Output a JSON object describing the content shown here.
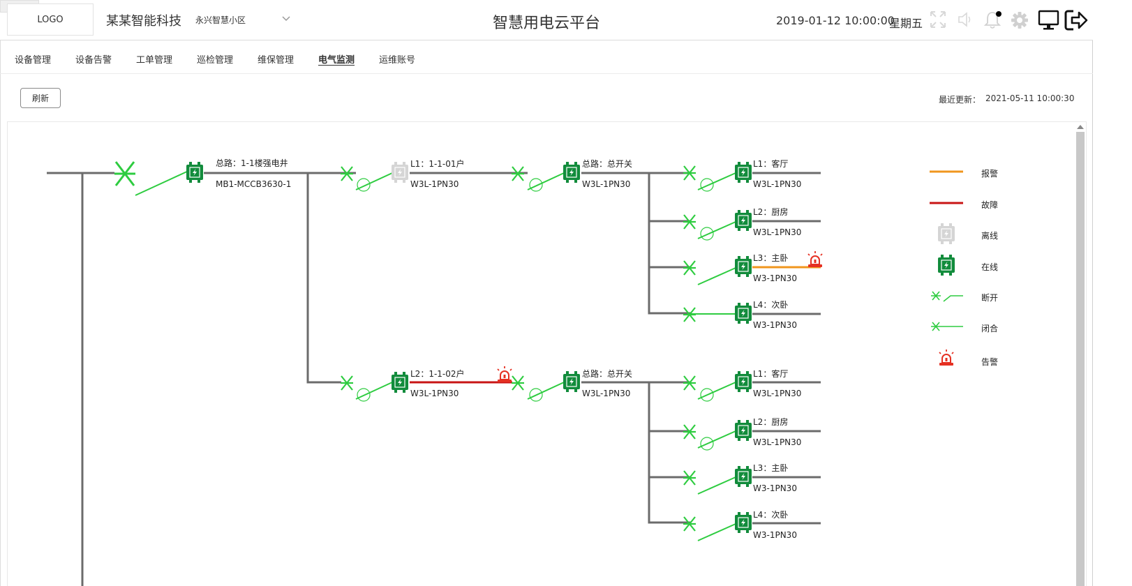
{
  "header": {
    "logo": "LOGO",
    "company": "某某智能科技",
    "community": "永兴智慧小区",
    "platform_title": "智慧用电云平台",
    "datetime": "2019-01-12 10:00:00",
    "weekday": "星期五",
    "icons": [
      "fullscreen-icon",
      "speaker-icon",
      "bell-icon",
      "gear-icon",
      "monitor-icon",
      "logout-icon"
    ]
  },
  "nav": {
    "items": [
      "设备管理",
      "设备告警",
      "工单管理",
      "巡检管理",
      "维保管理",
      "电气监测",
      "运维账号"
    ],
    "active": "电气监测"
  },
  "toolbar": {
    "refresh_label": "刷新",
    "last_updated_label": "最近更新：",
    "last_updated_value": "2021-05-11 10:00:30"
  },
  "diagram": {
    "main": {
      "name": "总路：1-1楼强电井",
      "model": "MB1-MCCB3630-1"
    },
    "households": [
      {
        "name": "L1：1-1-01户",
        "model": "W3L-1PN30",
        "status": "离线",
        "switch": {
          "name": "总路：总开关",
          "model": "W3L-1PN30"
        },
        "branches": [
          {
            "name": "L1：客厅",
            "model": "W3L-1PN30",
            "switch_state": "断开",
            "line": "normal"
          },
          {
            "name": "L2：厨房",
            "model": "W3L-1PN30",
            "switch_state": "断开",
            "line": "normal"
          },
          {
            "name": "L3：主卧",
            "model": "W3-1PN30",
            "switch_state": "断开",
            "line": "报警",
            "alarm": true
          },
          {
            "name": "L4：次卧",
            "model": "W3-1PN30",
            "switch_state": "闭合",
            "line": "normal"
          }
        ]
      },
      {
        "name": "L2：1-1-02户",
        "model": "W3L-1PN30",
        "status": "在线",
        "line": "故障",
        "alarm": true,
        "switch": {
          "name": "总路：总开关",
          "model": "W3L-1PN30"
        },
        "branches": [
          {
            "name": "L1：客厅",
            "model": "W3L-1PN30",
            "switch_state": "断开",
            "line": "normal"
          },
          {
            "name": "L2：厨房",
            "model": "W3L-1PN30",
            "switch_state": "断开",
            "line": "normal"
          },
          {
            "name": "L3：主卧",
            "model": "W3-1PN30",
            "switch_state": "断开",
            "line": "normal"
          },
          {
            "name": "L4：次卧",
            "model": "W3-1PN30",
            "switch_state": "断开",
            "line": "normal"
          }
        ]
      }
    ]
  },
  "legend": [
    {
      "key": "alarm-line",
      "label": "报警",
      "color": "#f0961e"
    },
    {
      "key": "fault-line",
      "label": "故障",
      "color": "#c81414"
    },
    {
      "key": "offline-device",
      "label": "离线",
      "color": "#d5d5d5"
    },
    {
      "key": "online-device",
      "label": "在线",
      "color": "#128c3c"
    },
    {
      "key": "switch-open",
      "label": "断开",
      "color": "#2ecc40"
    },
    {
      "key": "switch-closed",
      "label": "闭合",
      "color": "#2ecc40"
    },
    {
      "key": "alarm-beacon",
      "label": "告警",
      "color": "#e53022"
    }
  ],
  "colors": {
    "wire": "#6b6b6b",
    "switch": "#2ecc40",
    "online": "#128c3c",
    "offline": "#d5d5d5",
    "alarm": "#f0961e",
    "fault": "#c81414",
    "beacon": "#e53022"
  }
}
